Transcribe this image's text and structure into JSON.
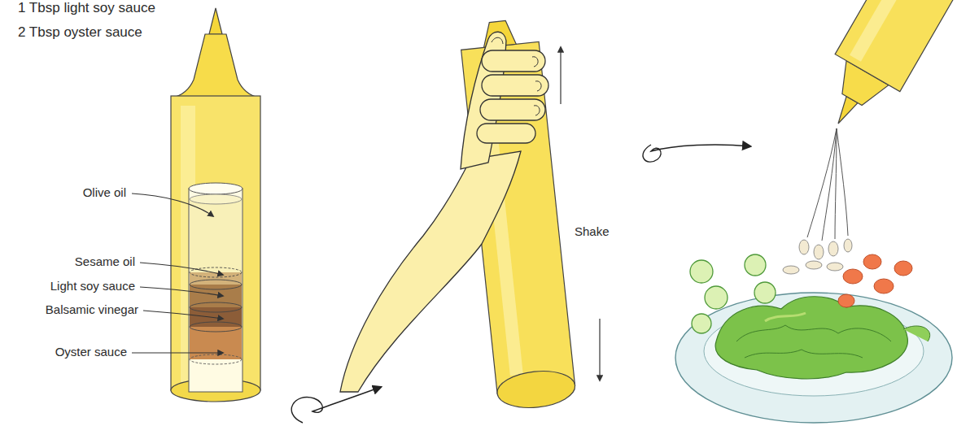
{
  "diagram": {
    "labels": [
      "1 Tbsp light soy sauce",
      "2 Tbsp oyster sauce",
      "Olive oil",
      "Sesame oil",
      "Light soy sauce",
      "Balsamic vinegar",
      "Oyster sauce",
      "Shake"
    ]
  }
}
